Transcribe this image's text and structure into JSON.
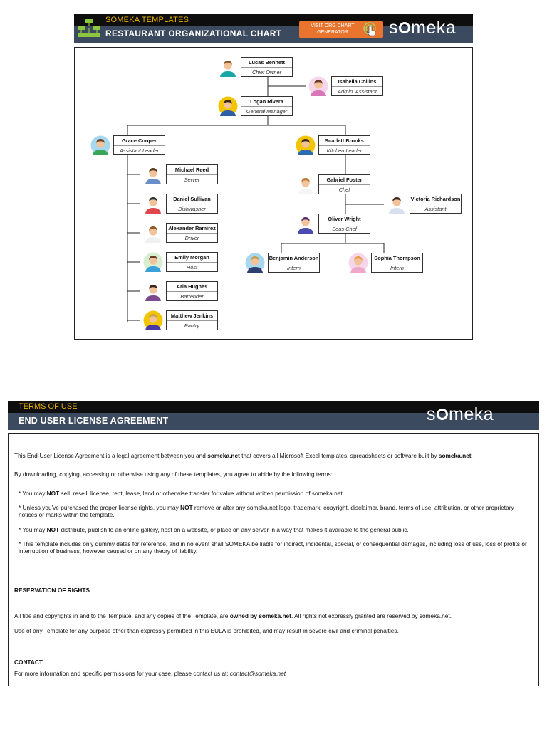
{
  "header": {
    "brand_small": "SOMEKA TEMPLATES",
    "title": "RESTAURANT ORGANIZATIONAL CHART",
    "visit_button": "VISIT ORG CHART GENERATOR",
    "visit_line1": "VISIT ORG CHART",
    "visit_line2": "GENERATOR",
    "logo_a": "s",
    "logo_b": "meka"
  },
  "org": [
    {
      "name": "Lucas Bennett",
      "role": "Chief Owner"
    },
    {
      "name": "Isabella Collins",
      "role": "Admin. Assistant"
    },
    {
      "name": "Logan Rivera",
      "role": "General Manager"
    },
    {
      "name": "Grace Cooper",
      "role": "Assistant Leader"
    },
    {
      "name": "Scarlett Brooks",
      "role": "Kitchen Leader"
    },
    {
      "name": "Michael Reed",
      "role": "Server"
    },
    {
      "name": "Daniel Sullivan",
      "role": "Dishwasher"
    },
    {
      "name": "Alexander Ramirez",
      "role": "Driver"
    },
    {
      "name": "Emily Morgan",
      "role": "Host"
    },
    {
      "name": "Aria Hughes",
      "role": "Bartender"
    },
    {
      "name": "Matthew Jenkins",
      "role": "Pantry"
    },
    {
      "name": "Gabriel Foster",
      "role": "Chef"
    },
    {
      "name": "Victoria Richardson",
      "role": "Assistant"
    },
    {
      "name": "Oliver Wright",
      "role": "Sous Chef"
    },
    {
      "name": "Benjamin Anderson",
      "role": "Intern"
    },
    {
      "name": "Sophia Thompson",
      "role": "Intern"
    }
  ],
  "terms": {
    "small": "TERMS OF USE",
    "title": "END USER LICENSE AGREEMENT",
    "p1a": "This End-User License Agreement is a legal agreement between you and ",
    "p1b": "someka.net",
    "p1c": " that covers all Microsoft Excel templates, spreadsheets or software built by ",
    "p1d": "someka.net",
    "p1e": ".",
    "p2": "By downloading, copying, accessing or otherwise using any of these templates, you agree to abide by the following terms:",
    "b1a": "* You may ",
    "b1b": "NOT",
    "b1c": " sell, resell, license, rent, lease, lend or otherwise transfer for value without written permission of someka.net",
    "b2a": "* Unless you've purchased the proper license rights, you may ",
    "b2b": "NOT",
    "b2c": " remove or alter any someka.net logo, trademark, copyright, disclaimer, brand, terms of use, attribution, or other proprietary notices or marks within the template.",
    "b3a": "* You may ",
    "b3b": "NOT",
    "b3c": " distribute, publish to an online gallery, host on a website, or place on any server in a way that makes it available to the general public.",
    "b4": "* This template includes only dummy datas for reference, and in no event shall SOMEKA be liable for indirect, incidental, special, or consequential damages, including loss of use, loss of profits or interruption of business, however caused or on any theory of liability.",
    "res_title": "RESERVATION OF RIGHTS",
    "res1a": "All title and copyrights in and to the Template, and any copies of the Template, are ",
    "res1b": "owned by someka.net",
    "res1c": ". All rights not expressly granted are reserved by someka.net.",
    "res2": "Use of any Template for any purpose other than expressly permitted in this EULA is prohibited, and may result in severe civil and criminal penalties.",
    "contact_title": "CONTACT",
    "contact_a": "For more information and specific permissions for your case, please contact us at: ",
    "contact_b": "contact@someka.net"
  }
}
